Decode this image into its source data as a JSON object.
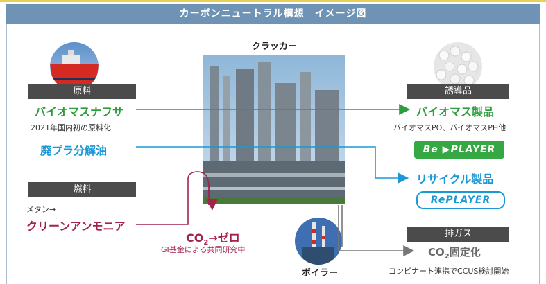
{
  "header": {
    "title": "カーボンニュートラル構想　イメージ図"
  },
  "center": {
    "cracker_label": "クラッカー",
    "boiler_label": "ボイラー"
  },
  "left": {
    "raw_tag": "原料",
    "biomass_naphtha": "バイオマスナフサ",
    "naphtha_note": "2021年国内初の原料化",
    "plastic_oil": "廃プラ分解油",
    "fuel_tag": "燃料",
    "methane_prefix": "メタン→",
    "clean_ammonia": "クリーンアンモニア"
  },
  "middle": {
    "co2_prefix": "CO",
    "co2_sub": "2",
    "co2_zero": "→ゼロ",
    "gi_note": "GI基金による共同研究中"
  },
  "right": {
    "derived_tag": "誘導品",
    "biomass_products": "バイオマス製品",
    "biomass_products_note": "バイオマスPO、バイオマスPH他",
    "beplayer_logo": "Be ▶PLAYER",
    "recycle_products": "リサイクル製品",
    "replayer_logo": "RePLAYER",
    "exhaust_tag": "排ガス",
    "co2_fix_prefix": "CO",
    "co2_fix_sub": "2",
    "co2_fix_suffix": "固定化",
    "ccus_note": "コンビナート連携でCCUS検討開始"
  },
  "colors": {
    "green": "#2e9e3c",
    "blue": "#1a99d6",
    "red": "#a4234a",
    "gray": "#777777",
    "banner": "#6e93b5"
  },
  "icons": {
    "ship": "ship-photo-icon",
    "pellets": "pellets-photo-icon",
    "plant": "cracker-plant-photo",
    "boiler": "boiler-photo-icon"
  }
}
